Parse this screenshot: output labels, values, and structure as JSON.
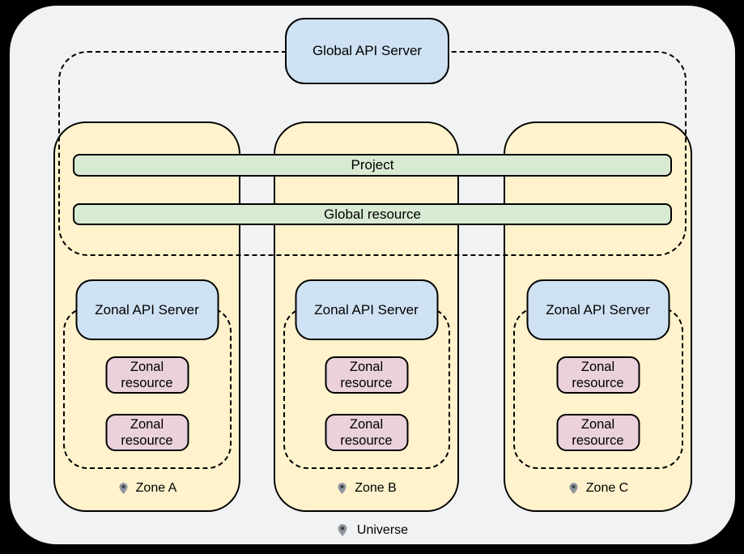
{
  "global_api_server": {
    "label": "Global API Server"
  },
  "bars": {
    "project": "Project",
    "global_resource": "Global resource"
  },
  "zones": [
    {
      "name": "Zone A",
      "api_server_label": "Zonal API Server",
      "resources": [
        "Zonal resource",
        "Zonal resource"
      ]
    },
    {
      "name": "Zone B",
      "api_server_label": "Zonal API Server",
      "resources": [
        "Zonal resource",
        "Zonal resource"
      ]
    },
    {
      "name": "Zone C",
      "api_server_label": "Zonal API Server",
      "resources": [
        "Zonal resource",
        "Zonal resource"
      ]
    }
  ],
  "universe": {
    "label": "Universe"
  },
  "icons": {
    "location_pin": "location-pin-icon"
  },
  "colors": {
    "page_background": "#000000",
    "canvas_background": "#f1f2f3",
    "zone_fill": "#fff2cc",
    "api_server_fill": "#cfe2f3",
    "bar_fill": "#d9ead3",
    "resource_fill": "#ead1dc",
    "border": "#000000",
    "pin_gray": "#8e959e",
    "pin_dot": "#3c4043"
  }
}
